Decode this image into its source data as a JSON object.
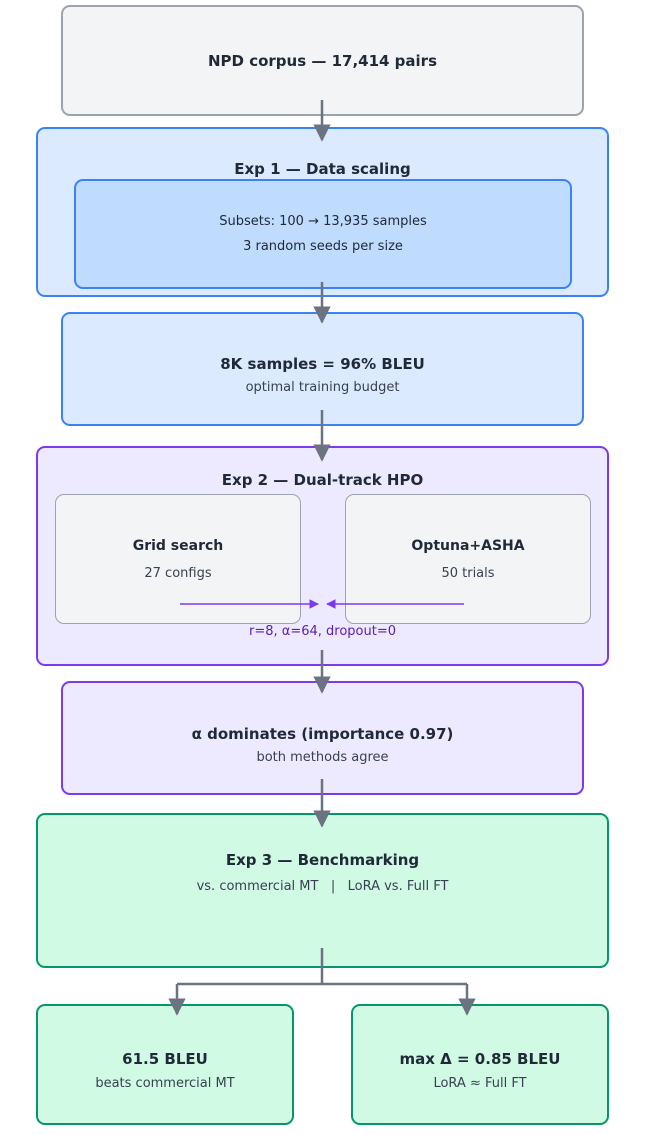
{
  "nodes": {
    "corpus": {
      "title": "NPD corpus — 17,414 pairs"
    },
    "exp1": {
      "title": "Exp 1 — Data scaling",
      "line1": "Subsets: 100 → 13,935 samples",
      "line2": "3 random seeds per size"
    },
    "result1": {
      "title": "8K samples = 96% BLEU",
      "sub": "optimal training budget"
    },
    "exp2": {
      "title": "Exp 2 — Dual-track HPO",
      "grid_title": "Grid search",
      "grid_sub": "27 configs",
      "optuna_title": "Optuna+ASHA",
      "optuna_sub": "50 trials",
      "converge": "r=8,  α=64,  dropout=0"
    },
    "result2": {
      "title": "α dominates (importance 0.97)",
      "sub": "both methods agree"
    },
    "exp3": {
      "title": "Exp 3 — Benchmarking",
      "sub": "vs. commercial MT   |   LoRA vs. Full FT"
    },
    "out_left": {
      "title": "61.5 BLEU",
      "sub": "beats commercial MT"
    },
    "out_right": {
      "title": "max Δ = 0.85 BLEU",
      "sub": "LoRA ≈ Full FT"
    }
  },
  "colors": {
    "arrow": "#6b7280",
    "purple_arrow": "#7c3aed"
  }
}
